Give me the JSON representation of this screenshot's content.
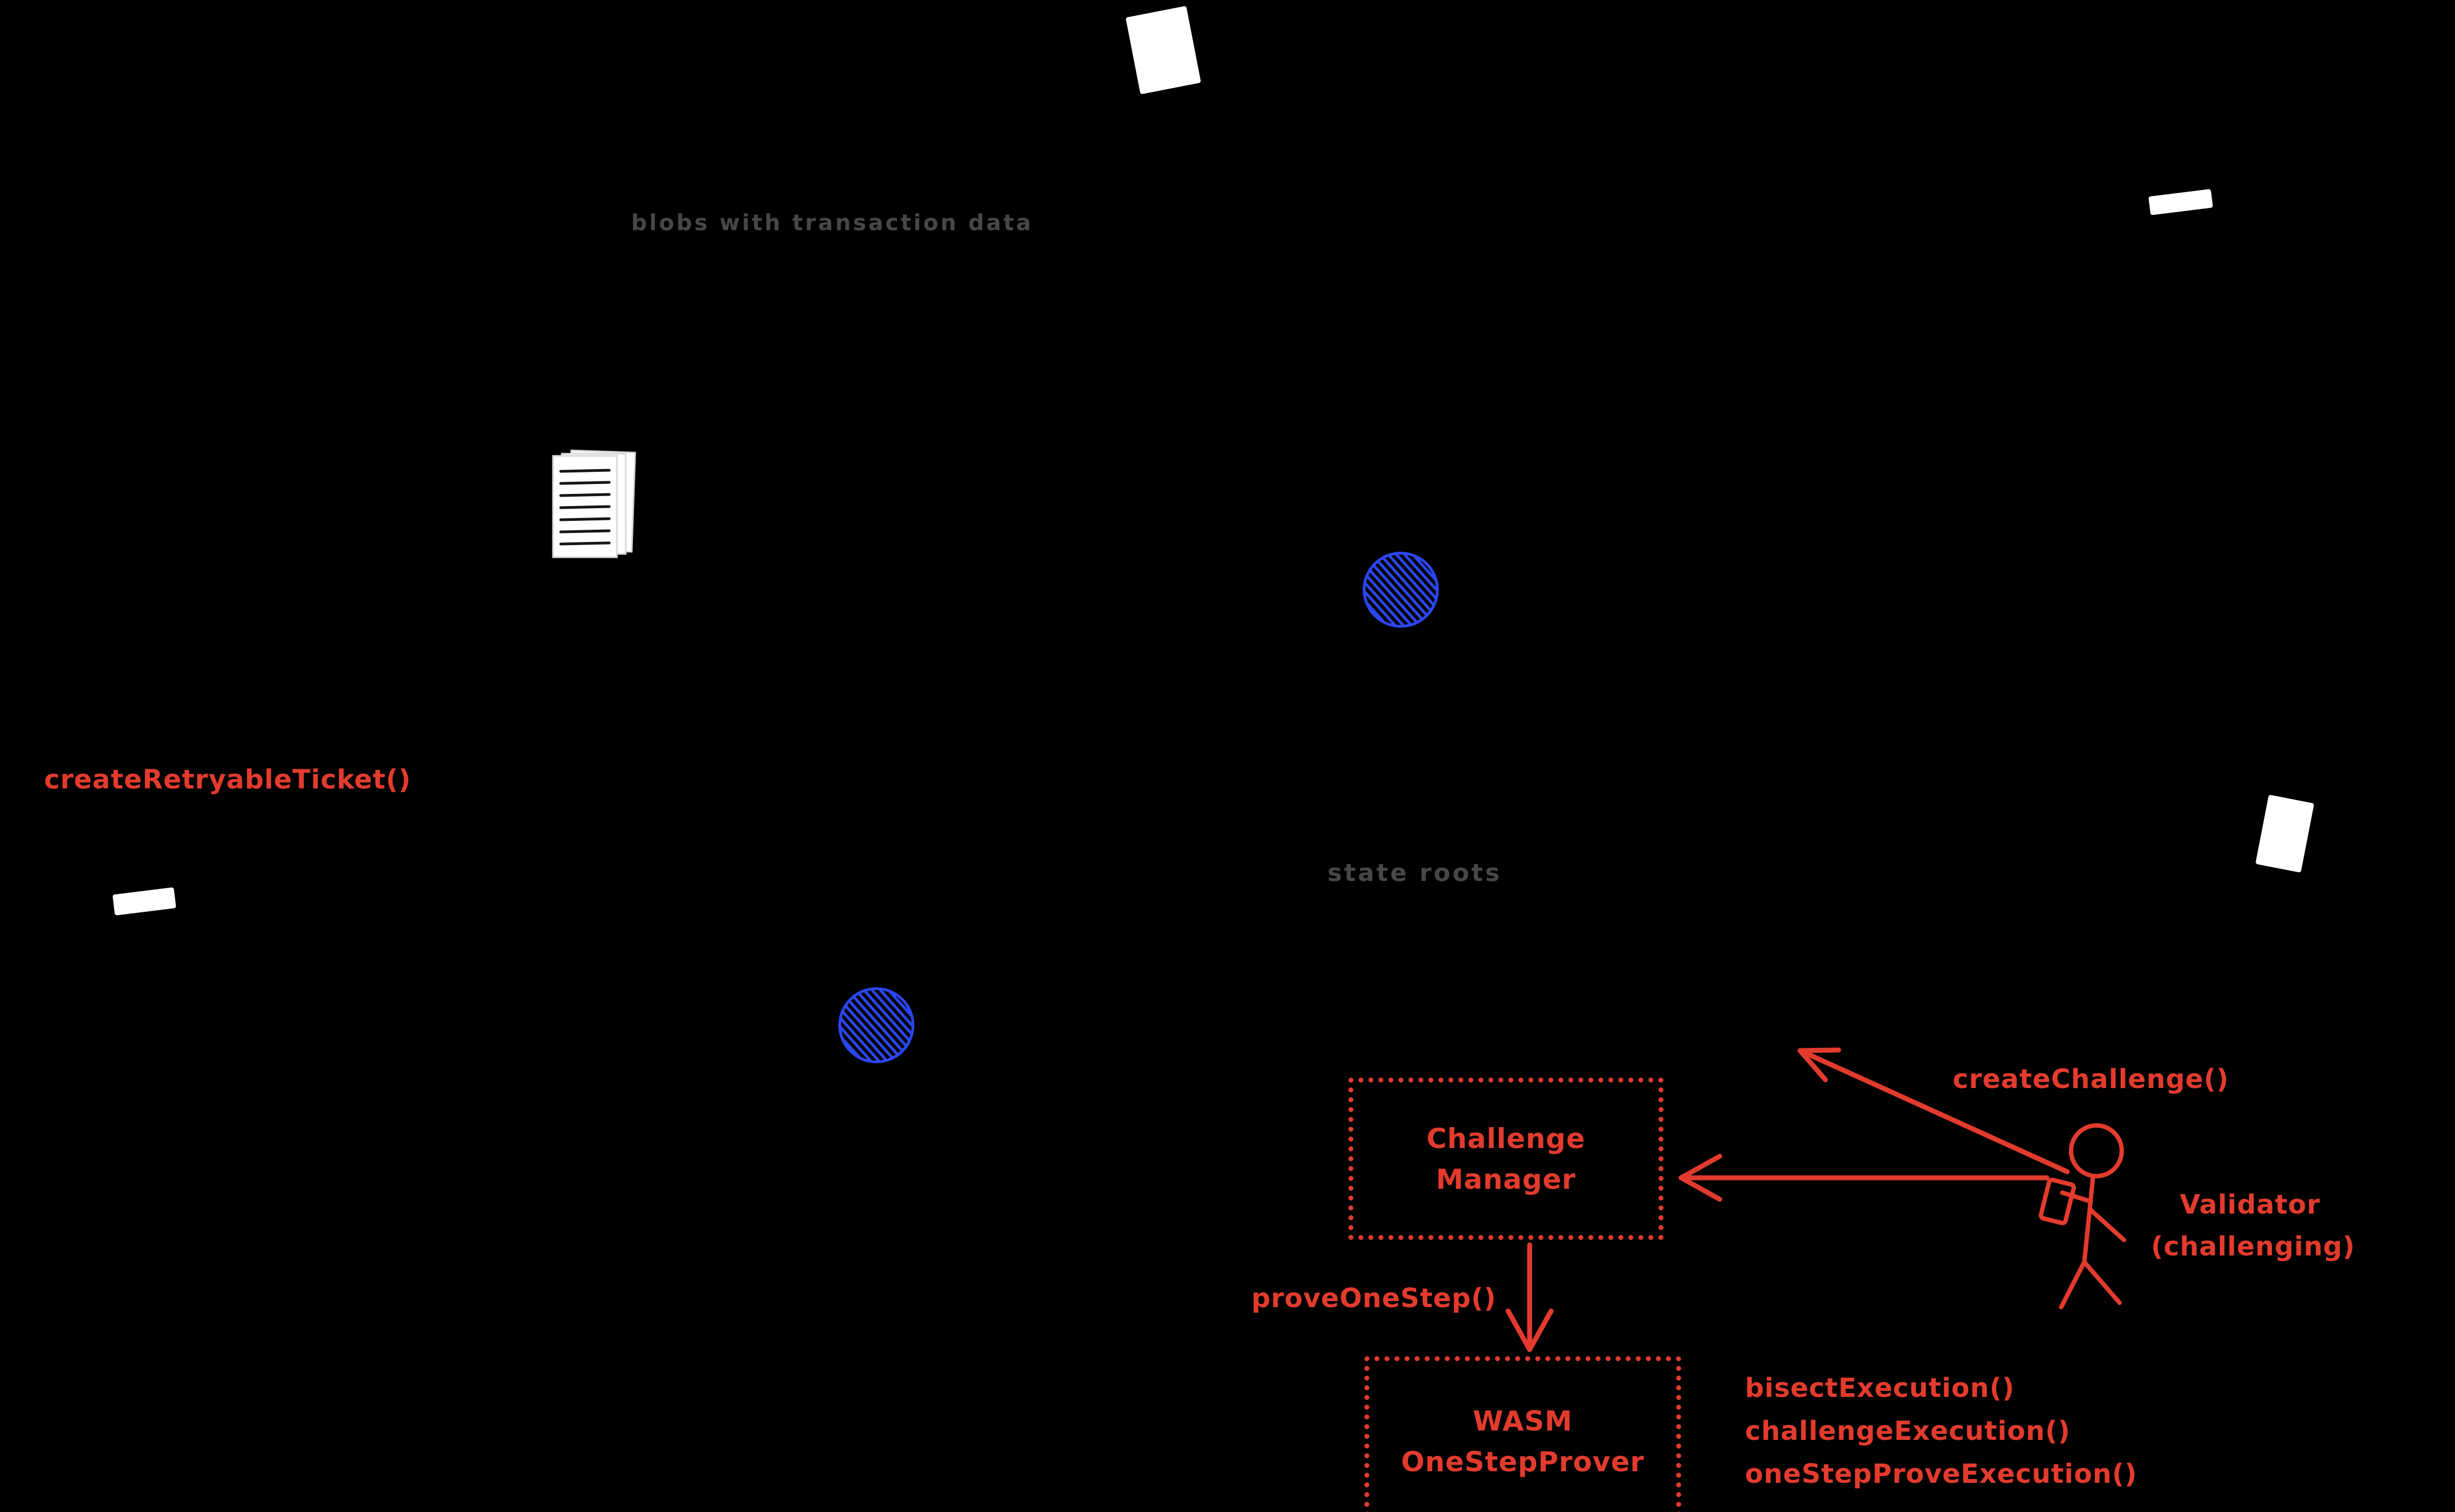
{
  "colors": {
    "background": "#000000",
    "red": "#e23b2e",
    "blue": "#2b46f0",
    "gray": "#474747",
    "white": "#ffffff"
  },
  "annotations": {
    "blobs": "blobs with transaction data",
    "state_roots": "state roots"
  },
  "calls": {
    "create_retryable_ticket": "createRetryableTicket()",
    "create_challenge": "createChallenge()",
    "prove_one_step": "proveOneStep()",
    "bisect_execution": "bisectExecution()",
    "challenge_execution": "challengeExecution()",
    "one_step_prove_execution": "oneStepProveExecution()"
  },
  "boxes": {
    "challenge_manager": {
      "line1": "Challenge",
      "line2": "Manager"
    },
    "wasm_prover": {
      "line1": "WASM",
      "line2": "OneStepProver"
    }
  },
  "actors": {
    "validator": {
      "line1": "Validator",
      "line2": "(challenging)"
    }
  },
  "icons": {
    "document": "document-stack-icon",
    "token_circle": "eth-hatched-circle-icon",
    "validator_figure": "validator-stick-figure-icon"
  }
}
